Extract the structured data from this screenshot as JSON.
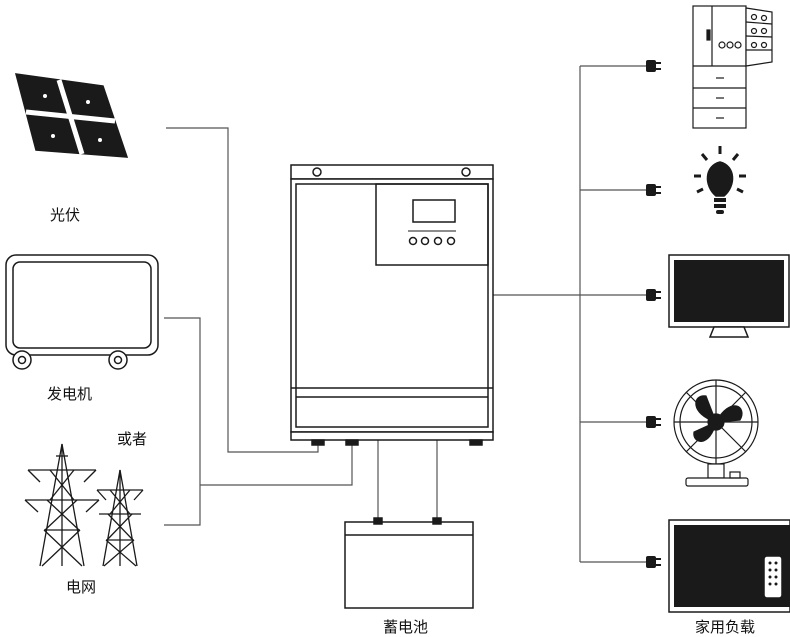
{
  "labels": {
    "pv": "光伏",
    "generator": "发电机",
    "or": "或者",
    "grid": "电网",
    "battery": "蓄电池",
    "home_load": "家用负载"
  },
  "colors": {
    "line": "#555555",
    "ink": "#111111",
    "panel": "#1a1a1a"
  }
}
